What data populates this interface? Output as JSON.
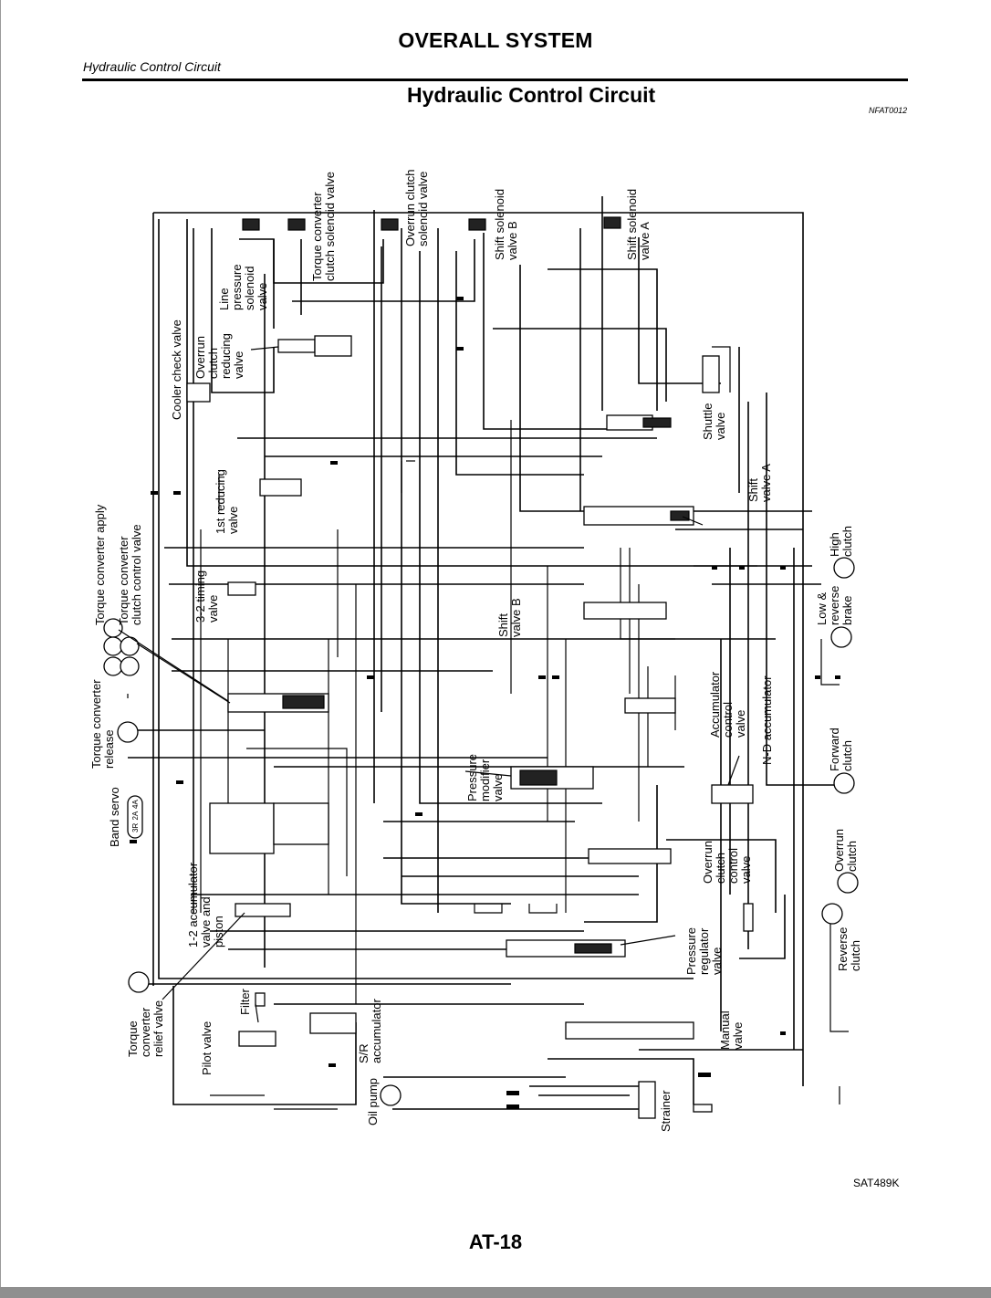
{
  "header": {
    "section_title": "OVERALL SYSTEM",
    "breadcrumb": "Hydraulic Control Circuit",
    "diagram_title": "Hydraulic Control Circuit",
    "ref_code": "NFAT0012"
  },
  "footer": {
    "figure_code": "SAT489K",
    "page_number": "AT-18"
  },
  "component_labels": {
    "line_pressure_solenoid_valve": [
      "Line",
      "pressure",
      "solenoid",
      "valve"
    ],
    "torque_converter_clutch_solenoid_valve": [
      "Torque converter",
      "clutch solenoid valve"
    ],
    "overrun_clutch_solenoid_valve": [
      "Overrun clutch",
      "solenoid valve"
    ],
    "shift_solenoid_valve_b": [
      "Shift solenoid",
      "valve B"
    ],
    "shift_solenoid_valve_a": [
      "Shift solenoid",
      "valve A"
    ],
    "cooler_check_valve": [
      "Cooler check valve"
    ],
    "overrun_clutch_reducing_valve": [
      "Overrun",
      "clutch",
      "reducing",
      "valve"
    ],
    "shuttle_valve": [
      "Shuttle",
      "valve"
    ],
    "shift_valve_a": [
      "Shift",
      "valve A"
    ],
    "first_reducing_valve": [
      "1st reducing",
      "valve"
    ],
    "high_clutch": [
      "High",
      "clutch"
    ],
    "torque_converter_apply": [
      "Torque converter apply"
    ],
    "torque_converter_clutch_control_valve": [
      "Torque converter",
      "clutch control valve"
    ],
    "three_two_timing_valve": [
      "3-2 timing",
      "valve"
    ],
    "low_reverse_brake": [
      "Low &",
      "reverse",
      "brake"
    ],
    "shift_valve_b": [
      "Shift",
      "valve B"
    ],
    "accumulator_control_valve": [
      "Accumulator",
      "control",
      "valve"
    ],
    "n_d_accumulator": [
      "N-D accumulator"
    ],
    "torque_converter_release": [
      "Torque converter",
      "release"
    ],
    "forward_clutch": [
      "Forward",
      "clutch"
    ],
    "pressure_modifier_valve": [
      "Pressure",
      "modifier",
      "valve"
    ],
    "band_servo": [
      "Band servo"
    ],
    "band_servo_marks": [
      "3R",
      "2A",
      "4A"
    ],
    "one_two_accumulator": [
      "1-2 accumulator",
      "valve and",
      "piston"
    ],
    "overrun_clutch_control_valve": [
      "Overrun",
      "clutch",
      "control",
      "valve"
    ],
    "overrun_clutch": [
      "Overrun",
      "clutch"
    ],
    "reverse_clutch": [
      "Reverse",
      "clutch"
    ],
    "pressure_regulator_valve": [
      "Pressure",
      "regulator",
      "valve"
    ],
    "torque_converter_relief_valve": [
      "Torque",
      "converter",
      "relief valve"
    ],
    "filter": [
      "Filter"
    ],
    "pilot_valve": [
      "Pilot valve"
    ],
    "s_r_accumulator": [
      "S/R",
      "accumulator"
    ],
    "manual_valve": [
      "Manual",
      "valve"
    ],
    "oil_pump": [
      "Oil pump"
    ],
    "strainer": [
      "Strainer"
    ]
  }
}
